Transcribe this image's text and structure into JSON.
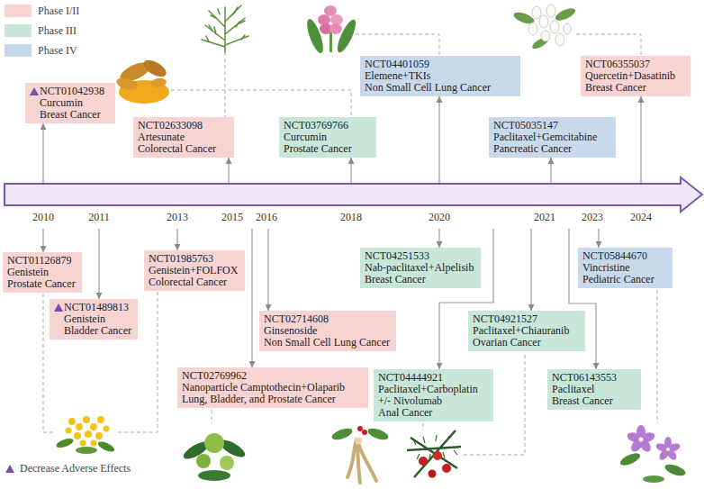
{
  "diagram": {
    "nodes": [
      {
        "text": [
          "NCT01042938",
          "Curcumin",
          "Breast Cancer"
        ]
      },
      {
        "text": [
          "NCT02633098",
          "Artesunate",
          "Colorectal Cancer"
        ]
      },
      {
        "text": [
          "NCT03769766",
          "Curcumin",
          "Prostate Cancer"
        ]
      },
      {
        "text": [
          "NCT04401059",
          "Elemene+TKIs",
          "Non Small Cell Lung Cancer"
        ]
      },
      {
        "text": [
          "NCT05035147",
          "Paclitaxel+Gemcitabine",
          "Pancreatic Cancer"
        ]
      },
      {
        "text": [
          "NCT06355037",
          "Quercetin+Dasatinib",
          "Breast Cancer"
        ]
      },
      {
        "text": [
          "2010",
          "2011",
          "2013",
          "2015",
          "2016",
          "2018",
          "2020",
          "2021",
          "2023",
          "2024"
        ]
      },
      {
        "text": [
          "NCT01126879",
          "Genistein",
          "Prostate Cancer"
        ]
      },
      {
        "text": [
          "NCT01489813",
          "Genistein",
          "Bladder Cancer"
        ]
      },
      {
        "text": [
          "NCT01985763",
          "Genistein+FOLFOX",
          "Colorectal Cancer"
        ]
      },
      {
        "text": [
          "NCT02714608",
          "Ginsenoside",
          "Non Small Cell Lung Cancer"
        ]
      },
      {
        "text": [
          "NCT02769962",
          "Nanoparticle Camptothecin+Olaparib",
          "Lung, Bladder, and Prostate Cancer"
        ]
      },
      {
        "text": [
          "NCT04251533",
          "Nab-paclitaxel+Alpelisib",
          "Breast Cancer"
        ]
      },
      {
        "text": [
          "NCT04444921",
          "Paclitaxel+Carboplatin +/- Nivolumab",
          "Anal Cancer"
        ]
      },
      {
        "text": [
          "NCT04921527",
          "Paclitaxel+Chiauranib",
          "Ovarian Cancer"
        ]
      },
      {
        "text": [
          "NCT06143553",
          "Paclitaxel",
          "Breast Cancer"
        ]
      },
      {
        "text": [
          "NCT05844670",
          "Vincristine",
          "Pediatric Cancer"
        ]
      }
    ],
    "edges": [
      {
        "from": 6,
        "to": 0,
        "arrow": "to"
      },
      {
        "from": 6,
        "to": 1,
        "arrow": "to"
      },
      {
        "from": 6,
        "to": 2,
        "arrow": "to"
      },
      {
        "from": 6,
        "to": 3,
        "arrow": "to"
      },
      {
        "from": 6,
        "to": 4,
        "arrow": "to"
      },
      {
        "from": 6,
        "to": 5,
        "arrow": "to"
      },
      {
        "from": 6,
        "to": 7,
        "arrow": "to"
      },
      {
        "from": 6,
        "to": 8,
        "arrow": "to"
      },
      {
        "from": 6,
        "to": 9,
        "arrow": "to"
      },
      {
        "from": 6,
        "to": 10,
        "arrow": "to"
      },
      {
        "from": 6,
        "to": 11,
        "arrow": "to"
      },
      {
        "from": 6,
        "to": 12,
        "arrow": "to"
      },
      {
        "from": 6,
        "to": 13,
        "arrow": "to"
      },
      {
        "from": 6,
        "to": 14,
        "arrow": "to"
      },
      {
        "from": 6,
        "to": 15,
        "arrow": "to"
      },
      {
        "from": 6,
        "to": 16,
        "arrow": "to"
      }
    ],
    "legend": [
      {
        "text": "Phase I/II",
        "color": "#f7d3d1"
      },
      {
        "text": "Phase III",
        "color": "#c8e7d9"
      },
      {
        "text": "Phase IV",
        "color": "#c9d9ec"
      },
      {
        "text": "Decrease Adverse Effects"
      }
    ]
  }
}
